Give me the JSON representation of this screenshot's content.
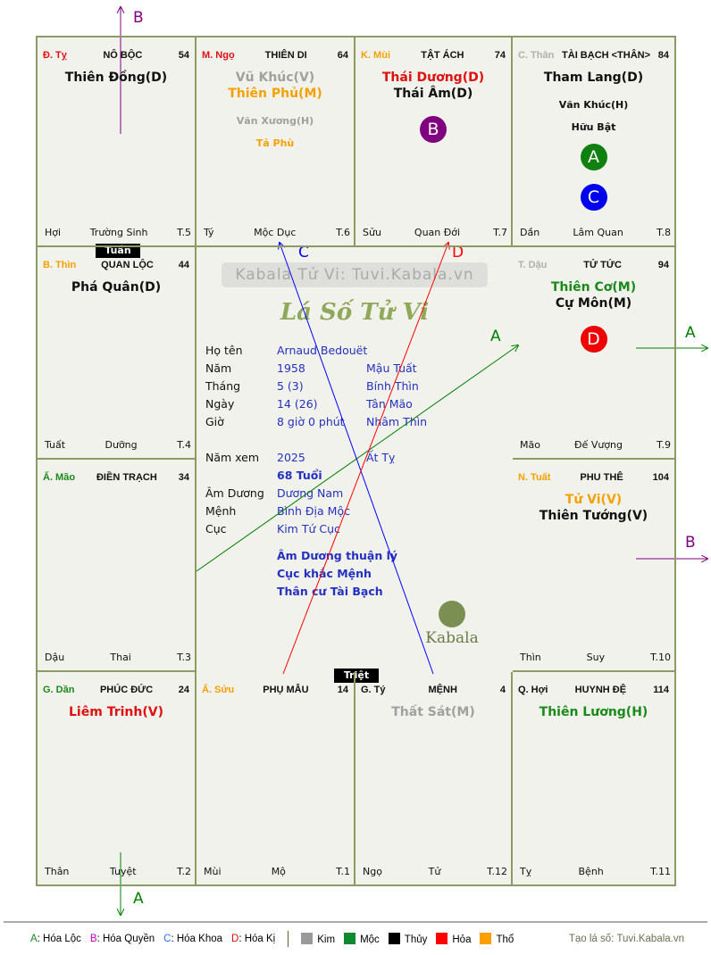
{
  "cells": [
    {
      "can_chi": "Đ. Tỵ",
      "cc_color": "#e01010",
      "palace": "NÔ BỘC",
      "num": "54",
      "stars": [
        {
          "t": "Thiên Đồng(D)",
          "c": "#111"
        }
      ],
      "minor": [],
      "circles": [],
      "chi": "Hợi",
      "stage": "Trường Sinh",
      "tno": "T.5"
    },
    {
      "can_chi": "M. Ngọ",
      "cc_color": "#e01010",
      "palace": "THIÊN DI",
      "num": "64",
      "stars": [
        {
          "t": "Vũ Khúc(V)",
          "c": "#a0a0a0"
        },
        {
          "t": "Thiên Phủ(M)",
          "c": "#f5a000"
        }
      ],
      "minor": [
        {
          "t": "Văn Xương(H)",
          "c": "#a0a0a0"
        },
        {
          "t": "Tả Phù",
          "c": "#f5a000"
        }
      ],
      "circles": [],
      "chi": "Tý",
      "stage": "Mộc Dục",
      "tno": "T.6"
    },
    {
      "can_chi": "K. Mùi",
      "cc_color": "#f5a000",
      "palace": "TẬT ÁCH",
      "num": "74",
      "stars": [
        {
          "t": "Thái Dương(D)",
          "c": "#e01010"
        },
        {
          "t": "Thái Âm(D)",
          "c": "#111"
        }
      ],
      "minor": [],
      "circles": [
        {
          "l": "B",
          "c": "#800080"
        }
      ],
      "chi": "Sửu",
      "stage": "Quan Đới",
      "tno": "T.7"
    },
    {
      "can_chi": "C. Thân",
      "cc_color": "#b0b0b0",
      "palace": "TÀI BẠCH <THÂN>",
      "num": "84",
      "stars": [
        {
          "t": "Tham Lang(D)",
          "c": "#111"
        }
      ],
      "minor": [
        {
          "t": "Văn Khúc(H)",
          "c": "#111"
        },
        {
          "t": "Hữu Bật",
          "c": "#111"
        }
      ],
      "circles": [
        {
          "l": "A",
          "c": "#108010"
        },
        {
          "l": "C",
          "c": "#0000ee"
        }
      ],
      "chi": "Dần",
      "stage": "Lâm Quan",
      "tno": "T.8"
    },
    {
      "can_chi": "B. Thìn",
      "cc_color": "#f5a000",
      "palace": "QUAN LỘC",
      "num": "44",
      "stars": [
        {
          "t": "Phá Quân(D)",
          "c": "#111"
        }
      ],
      "minor": [],
      "circles": [],
      "chi": "Tuất",
      "stage": "Dưỡng",
      "tno": "T.4"
    },
    {
      "can_chi": "T. Dậu",
      "cc_color": "#b0b0b0",
      "palace": "TỬ TỨC",
      "num": "94",
      "stars": [
        {
          "t": "Thiên Cơ(M)",
          "c": "#1a8a1a"
        },
        {
          "t": "Cự Môn(M)",
          "c": "#111"
        }
      ],
      "minor": [],
      "circles": [
        {
          "l": "D",
          "c": "#ee0000"
        }
      ],
      "chi": "Mão",
      "stage": "Đế Vượng",
      "tno": "T.9"
    },
    {
      "can_chi": "Ấ. Mão",
      "cc_color": "#1a8a1a",
      "palace": "ĐIỀN TRẠCH",
      "num": "34",
      "stars": [],
      "minor": [],
      "circles": [],
      "chi": "Dậu",
      "stage": "Thai",
      "tno": "T.3"
    },
    {
      "can_chi": "N. Tuất",
      "cc_color": "#f5a000",
      "palace": "PHU THÊ",
      "num": "104",
      "stars": [
        {
          "t": "Tử Vi(V)",
          "c": "#f5a000"
        },
        {
          "t": "Thiên Tướng(V)",
          "c": "#111"
        }
      ],
      "minor": [],
      "circles": [],
      "chi": "Thìn",
      "stage": "Suy",
      "tno": "T.10"
    },
    {
      "can_chi": "G. Dần",
      "cc_color": "#1a8a1a",
      "palace": "PHÚC ĐỨC",
      "num": "24",
      "stars": [
        {
          "t": "Liêm Trinh(V)",
          "c": "#e01010"
        }
      ],
      "minor": [],
      "circles": [],
      "chi": "Thân",
      "stage": "Tuyệt",
      "tno": "T.2"
    },
    {
      "can_chi": "Ấ. Sửu",
      "cc_color": "#f5a000",
      "palace": "PHỤ MẪU",
      "num": "14",
      "stars": [],
      "minor": [],
      "circles": [],
      "chi": "Mùi",
      "stage": "Mộ",
      "tno": "T.1"
    },
    {
      "can_chi": "G. Tý",
      "cc_color": "#111",
      "palace": "MỆNH",
      "num": "4",
      "stars": [
        {
          "t": "Thất Sát(M)",
          "c": "#a0a0a0"
        }
      ],
      "minor": [],
      "circles": [],
      "chi": "Ngọ",
      "stage": "Tử",
      "tno": "T.12"
    },
    {
      "can_chi": "Q. Hợi",
      "cc_color": "#111",
      "palace": "HUYNH ĐỆ",
      "num": "114",
      "stars": [
        {
          "t": "Thiên Lương(H)",
          "c": "#1a8a1a"
        }
      ],
      "minor": [],
      "circles": [],
      "chi": "Tỵ",
      "stage": "Bệnh",
      "tno": "T.11"
    }
  ],
  "badges": {
    "tuan": "Tuần",
    "triet": "Triệt"
  },
  "center": {
    "watermark": "Kabala Tử Vi: Tuvi.Kabala.vn",
    "title": "Lá Số Tử Vi",
    "rows": [
      {
        "l": "Họ tên",
        "v": "Arnaud Bedouët",
        "g": ""
      },
      {
        "l": "Năm",
        "v": "1958",
        "g": "Mậu Tuất"
      },
      {
        "l": "Tháng",
        "v": "5  (3)",
        "g": "Bính Thìn"
      },
      {
        "l": "Ngày",
        "v": "14  (26)",
        "g": "Tân Mão"
      },
      {
        "l": "Giờ",
        "v": "8 giờ 0 phút",
        "g": "Nhâm Thìn"
      },
      {
        "l": "Năm xem",
        "v": "2025",
        "g": "Ất Tỵ"
      },
      {
        "l": "",
        "v": "68 Tuổi",
        "g": ""
      },
      {
        "l": "Âm Dương",
        "v": "Dương Nam",
        "g": ""
      },
      {
        "l": "Mệnh",
        "v": "Bình Địa Mộc",
        "g": ""
      },
      {
        "l": "Cục",
        "v": "Kim Tứ Cục",
        "g": ""
      }
    ],
    "notes": [
      "Âm Dương thuận lý",
      "Cục khắc Mệnh",
      "Thân cư Tài Bạch"
    ],
    "logo_text": "Kabala"
  },
  "arrow_labels": {
    "a": "A",
    "b": "B",
    "c": "C",
    "d": "D"
  },
  "legend": {
    "hoa": [
      {
        "k": "A",
        "t": ": Hóa Lộc",
        "c": "#1a8a1a"
      },
      {
        "k": "B",
        "t": ": Hóa Quyền",
        "c": "#c000c0"
      },
      {
        "k": "C",
        "t": ": Hóa Khoa",
        "c": "#3070f0"
      },
      {
        "k": "D",
        "t": ": Hóa Kị",
        "c": "#e01010"
      }
    ],
    "elements": [
      {
        "t": "Kim",
        "c": "#999999"
      },
      {
        "t": "Mộc",
        "c": "#108a30"
      },
      {
        "t": "Thủy",
        "c": "#000000"
      },
      {
        "t": "Hỏa",
        "c": "#ff0000"
      },
      {
        "t": "Thổ",
        "c": "#ffa000"
      }
    ],
    "credit": "Tạo lá số: Tuvi.Kabala.vn"
  }
}
